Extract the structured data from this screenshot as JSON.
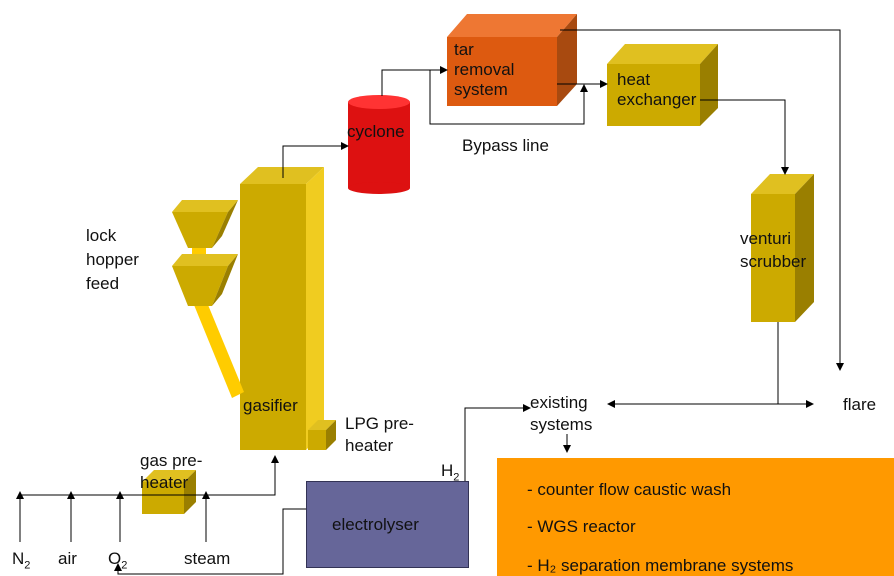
{
  "labels": {
    "tar_removal": [
      "tar",
      "removal",
      "system"
    ],
    "heat_exchanger": [
      "heat",
      "exchanger"
    ],
    "cyclone": "cyclone",
    "bypass_line": "Bypass line",
    "lock_hopper_feed": [
      "lock",
      "hopper",
      "feed"
    ],
    "venturi_scrubber": [
      "venturi",
      "scrubber"
    ],
    "gasifier": "gasifier",
    "lpg_preheater": [
      "LPG pre-",
      "heater"
    ],
    "gas_preheater": [
      "gas pre-",
      "heater"
    ],
    "existing_systems": [
      "existing",
      "systems"
    ],
    "flare": "flare",
    "h2": "H",
    "h2_sub": "2",
    "electrolyser": "electrolyser",
    "inputs": {
      "n2": "N",
      "n2_sub": "2",
      "air": "air",
      "o2": "O",
      "o2_sub": "2",
      "steam": "steam"
    }
  },
  "process_list": [
    "-  counter flow caustic wash",
    "-  WGS reactor",
    "-  H₂ separation membrane systems"
  ],
  "colors": {
    "olive": "#ccaa00",
    "olive_dark": "#9a7f00",
    "olive_light": "#e0c020",
    "tar_orange": "#dd5a10",
    "cyclone_red": "#dd1111",
    "feed_yellow": "#ffcc00",
    "process_orange": "#ff9900",
    "electrolyser_purple": "#666699"
  }
}
